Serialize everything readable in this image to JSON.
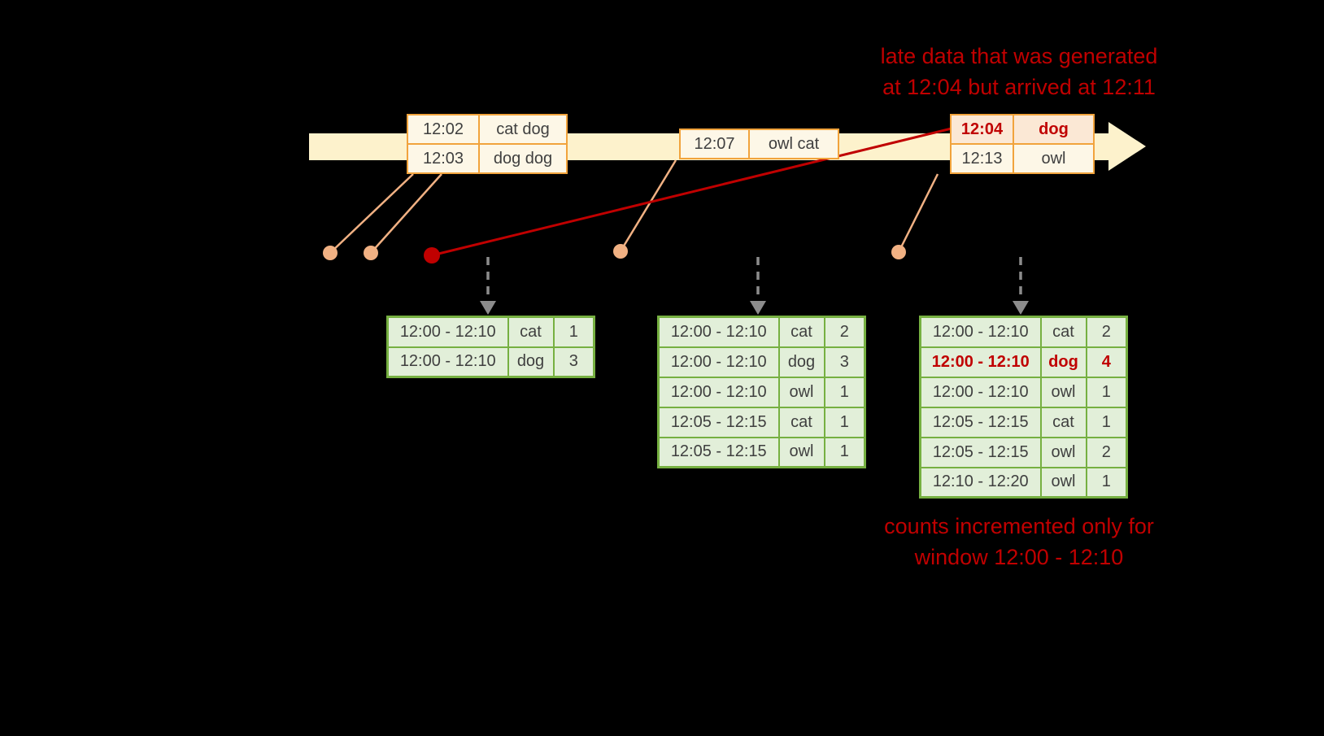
{
  "colors": {
    "background": "#000000",
    "timeline": "#fdf2cc",
    "event_border": "#f1a33c",
    "event_fill": "#fdf7e7",
    "late_event_fill": "#fbe8d5",
    "accent_red": "#c00000",
    "dot": "#f1b183",
    "table_border": "#76b041",
    "table_fill": "#e2efd9",
    "dash_gray": "#8c8c8c",
    "text_dark": "#3f3f3f"
  },
  "annotations": {
    "late_data_line1": "late data that was generated",
    "late_data_line2": "at 12:04 but arrived at 12:11",
    "counts_line1": "counts incremented only for",
    "counts_line2": "window 12:00 - 12:10"
  },
  "events": {
    "group1": {
      "rows": [
        {
          "time": "12:02",
          "words": "cat dog"
        },
        {
          "time": "12:03",
          "words": "dog dog"
        }
      ]
    },
    "group2": {
      "rows": [
        {
          "time": "12:07",
          "words": "owl cat"
        }
      ]
    },
    "group3": {
      "rows": [
        {
          "time": "12:04",
          "words": "dog"
        },
        {
          "time": "12:13",
          "words": "owl"
        }
      ]
    }
  },
  "result_tables": {
    "table1": {
      "rows": [
        {
          "window": "12:00 - 12:10",
          "word": "cat",
          "count": "1"
        },
        {
          "window": "12:00 - 12:10",
          "word": "dog",
          "count": "3"
        }
      ]
    },
    "table2": {
      "rows": [
        {
          "window": "12:00 - 12:10",
          "word": "cat",
          "count": "2"
        },
        {
          "window": "12:00 - 12:10",
          "word": "dog",
          "count": "3"
        },
        {
          "window": "12:00 - 12:10",
          "word": "owl",
          "count": "1"
        },
        {
          "window": "12:05 - 12:15",
          "word": "cat",
          "count": "1"
        },
        {
          "window": "12:05 - 12:15",
          "word": "owl",
          "count": "1"
        }
      ]
    },
    "table3": {
      "rows": [
        {
          "window": "12:00 - 12:10",
          "word": "cat",
          "count": "2"
        },
        {
          "window": "12:00 - 12:10",
          "word": "dog",
          "count": "4"
        },
        {
          "window": "12:00 - 12:10",
          "word": "owl",
          "count": "1"
        },
        {
          "window": "12:05 - 12:15",
          "word": "cat",
          "count": "1"
        },
        {
          "window": "12:05 - 12:15",
          "word": "owl",
          "count": "2"
        },
        {
          "window": "12:10 - 12:20",
          "word": "owl",
          "count": "1"
        }
      ]
    }
  }
}
